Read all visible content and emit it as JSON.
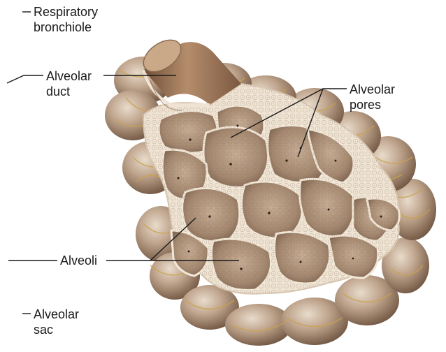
{
  "labels": {
    "respiratory_bronchiole": {
      "line1": "Respiratory",
      "line2": "bronchiole"
    },
    "alveolar_duct": {
      "line1": "Alveolar",
      "line2": "duct"
    },
    "alveolar_pores": {
      "line1": "Alveolar",
      "line2": "pores"
    },
    "alveoli": {
      "line1": "Alveoli"
    },
    "alveolar_sac": {
      "line1": "Alveolar",
      "line2": "sac"
    }
  },
  "colors": {
    "leader_line": "#1a1a1a",
    "tissue_outer": "#b59a84",
    "tissue_dark": "#7a5d49",
    "cavity": "#a78c76",
    "septum": "#efe4d3",
    "capillary": "#c9a24a",
    "bronchiole": "#9c7556"
  }
}
